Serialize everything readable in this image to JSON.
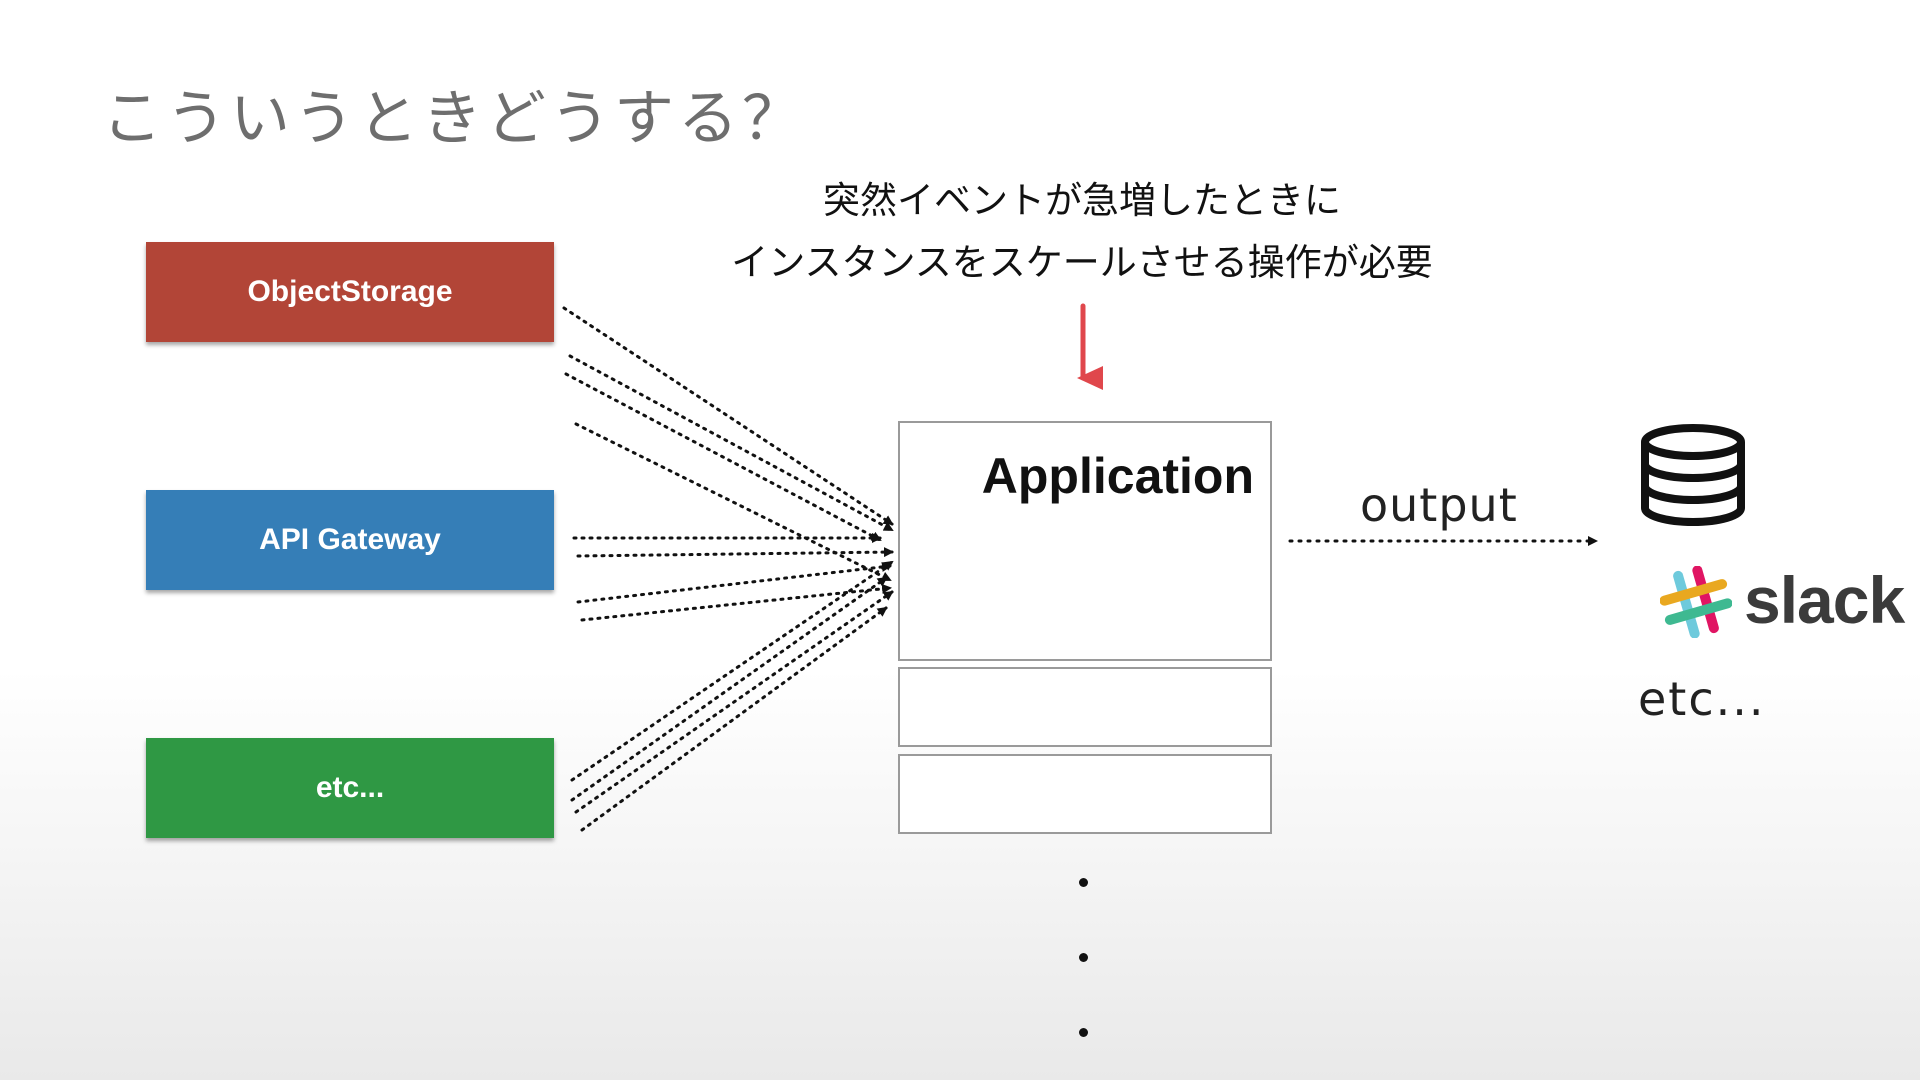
{
  "title": "こういうときどうする？",
  "note": {
    "line1": "突然イベントが急増したときに",
    "line2": "インスタンスをスケールさせる操作が必要"
  },
  "sources": [
    {
      "label": "ObjectStorage",
      "color": "#b24537"
    },
    {
      "label": "API Gateway",
      "color": "#357eb7"
    },
    {
      "label": "etc...",
      "color": "#2f9844"
    }
  ],
  "application": {
    "label": "Application"
  },
  "output": {
    "label": "output"
  },
  "destinations": {
    "database_icon": "database-icon",
    "slack_label": "slack",
    "etc_label": "etc..."
  },
  "colors": {
    "scale_arrow": "#e0474c"
  }
}
